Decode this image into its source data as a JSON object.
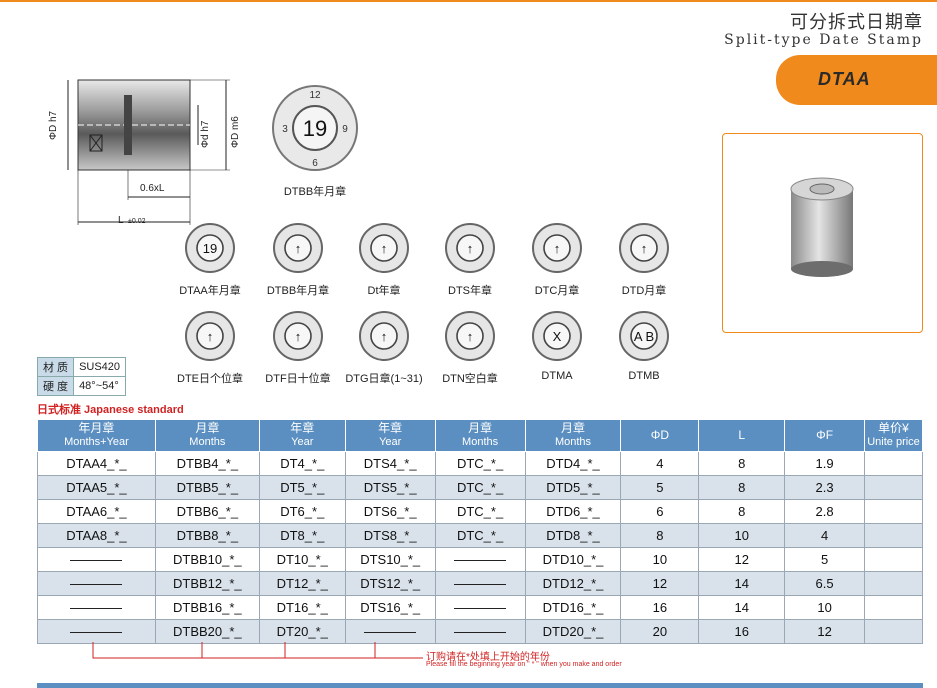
{
  "header": {
    "title_cn": "可分拆式日期章",
    "title_en": "Split-type Date Stamp",
    "product_code": "DTAA"
  },
  "colors": {
    "accent": "#f08a1c",
    "table_header": "#5b8fc1",
    "row_alt": "#d9e2eb",
    "note_red": "#d12222"
  },
  "drawing": {
    "dim_od_h7": "ΦD h7",
    "dim_od_m6": "ΦD m6",
    "dim_id_h7": "Φd h7",
    "dim_len_part": "0.6xL",
    "dim_len": "L",
    "dim_len_tol": "±0.02",
    "large_stamp_label": "DTBB年月章",
    "large_stamp_center": "19"
  },
  "stamps_row1": [
    {
      "label": "DTAA年月章",
      "center": "19"
    },
    {
      "label": "DTBB年月章",
      "center": "↑"
    },
    {
      "label": "Dt年章",
      "center": "↑"
    },
    {
      "label": "DTS年章",
      "center": "↑"
    },
    {
      "label": "DTC月章",
      "center": "↑"
    },
    {
      "label": "DTD月章",
      "center": "↑"
    }
  ],
  "stamps_row2": [
    {
      "label": "DTE日个位章",
      "center": "↑"
    },
    {
      "label": "DTF日十位章",
      "center": "↑"
    },
    {
      "label": "DTG日章(1~31)",
      "center": "↑"
    },
    {
      "label": "DTN空白章",
      "center": "↑"
    },
    {
      "label": "DTMA",
      "center": "X"
    },
    {
      "label": "DTMB",
      "center": "A B"
    }
  ],
  "material": {
    "label_material": "材 质",
    "value_material": "SUS420",
    "label_hardness": "硬 度",
    "value_hardness": "48°~54°"
  },
  "standard_heading": "日式标准 Japanese standard",
  "table": {
    "headers": [
      {
        "cn": "年月章",
        "en": "Months+Year"
      },
      {
        "cn": "月章",
        "en": "Months"
      },
      {
        "cn": "年章",
        "en": "Year"
      },
      {
        "cn": "年章",
        "en": "Year"
      },
      {
        "cn": "月章",
        "en": "Months"
      },
      {
        "cn": "月章",
        "en": "Months"
      },
      {
        "cn": "ΦD",
        "en": ""
      },
      {
        "cn": "L",
        "en": ""
      },
      {
        "cn": "ΦF",
        "en": ""
      },
      {
        "cn": "单价¥",
        "en": "Unite price"
      }
    ],
    "rows": [
      [
        "DTAA4_*_",
        "DTBB4_*_",
        "DT4_*_",
        "DTS4_*_",
        "DTC_*_",
        "DTD4_*_",
        "4",
        "8",
        "1.9",
        ""
      ],
      [
        "DTAA5_*_",
        "DTBB5_*_",
        "DT5_*_",
        "DTS5_*_",
        "DTC_*_",
        "DTD5_*_",
        "5",
        "8",
        "2.3",
        ""
      ],
      [
        "DTAA6_*_",
        "DTBB6_*_",
        "DT6_*_",
        "DTS6_*_",
        "DTC_*_",
        "DTD6_*_",
        "6",
        "8",
        "2.8",
        ""
      ],
      [
        "DTAA8_*_",
        "DTBB8_*_",
        "DT8_*_",
        "DTS8_*_",
        "DTC_*_",
        "DTD8_*_",
        "8",
        "10",
        "4",
        ""
      ],
      [
        "—",
        "DTBB10_*_",
        "DT10_*_",
        "DTS10_*_",
        "—",
        "DTD10_*_",
        "10",
        "12",
        "5",
        ""
      ],
      [
        "—",
        "DTBB12_*_",
        "DT12_*_",
        "DTS12_*_",
        "—",
        "DTD12_*_",
        "12",
        "14",
        "6.5",
        ""
      ],
      [
        "—",
        "DTBB16_*_",
        "DT16_*_",
        "DTS16_*_",
        "—",
        "DTD16_*_",
        "16",
        "14",
        "10",
        ""
      ],
      [
        "—",
        "DTBB20_*_",
        "DT20_*_",
        "—",
        "—",
        "DTD20_*_",
        "20",
        "16",
        "12",
        ""
      ]
    ]
  },
  "order_note": {
    "cn": "订购请在*处填上开始的年份",
    "en": "Please fill the beginning year on \" * \" when you make and order"
  }
}
